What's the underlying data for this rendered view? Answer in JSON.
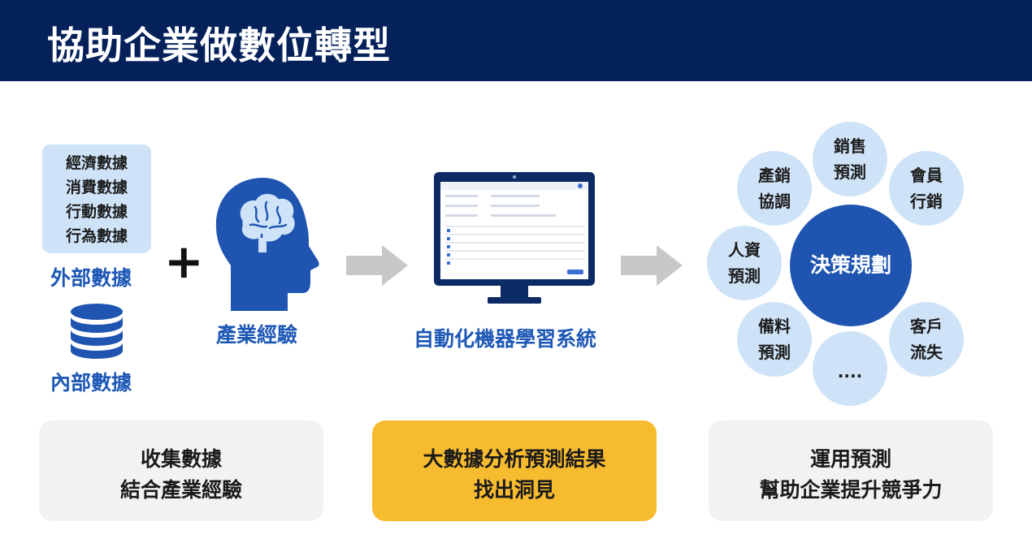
{
  "title": "協助企業做數位轉型",
  "external": {
    "items": [
      "經濟數據",
      "消費數據",
      "行動數據",
      "行為數據"
    ],
    "label": "外部數據"
  },
  "internal_label": "內部數據",
  "plus_symbol": "+",
  "industry_label": "產業經驗",
  "system_label": "自動化機器學習系統",
  "decision": {
    "center": "決策規劃",
    "satellites": [
      {
        "lines": [
          "銷售",
          "預測"
        ]
      },
      {
        "lines": [
          "產銷",
          "協調"
        ]
      },
      {
        "lines": [
          "會員",
          "行銷"
        ]
      },
      {
        "lines": [
          "人資",
          "預測"
        ]
      },
      {
        "lines": [
          "備料",
          "預測"
        ]
      },
      {
        "lines": [
          "客戶",
          "流失"
        ]
      },
      {
        "lines": [
          "...."
        ]
      }
    ]
  },
  "cards": [
    {
      "lines": [
        "收集數據",
        "結合產業經驗"
      ],
      "color": "#f2f2f2"
    },
    {
      "lines": [
        "大數據分析預測結果",
        "找出洞見"
      ],
      "color": "#f7bb2f"
    },
    {
      "lines": [
        "運用預測",
        "幫助企業提升競爭力"
      ],
      "color": "#f2f2f2"
    }
  ],
  "colors": {
    "header": "#04215a",
    "accent_blue": "#1f55b1",
    "light_blue": "#cfe3f8",
    "arrow_gray": "#c8c8c8"
  },
  "icons": [
    "database-icon",
    "head-brain-icon",
    "monitor-icon",
    "arrow-right-icon"
  ]
}
